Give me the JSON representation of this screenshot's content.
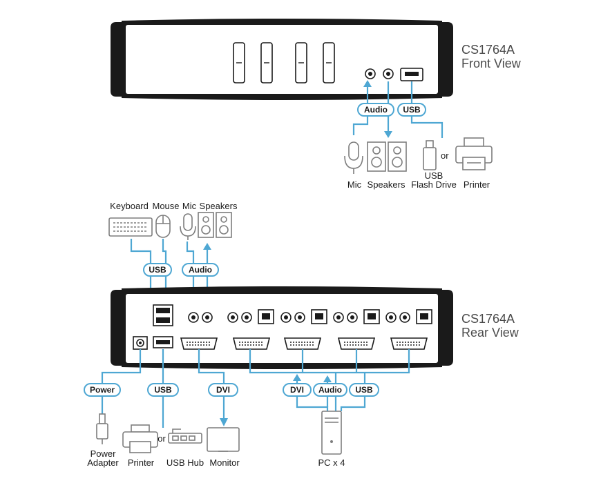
{
  "front": {
    "model": "CS1764A",
    "view": "Front View",
    "pill_audio": "Audio",
    "pill_usb": "USB",
    "label_mic": "Mic",
    "label_speakers": "Speakers",
    "label_usb_line1": "USB",
    "label_usb_line2": "Flash Drive",
    "label_or": "or",
    "label_printer": "Printer"
  },
  "rear": {
    "model": "CS1764A",
    "view": "Rear View",
    "label_keyboard": "Keyboard",
    "label_mouse": "Mouse",
    "label_mic": "Mic",
    "label_speakers": "Speakers",
    "pill_usb_top": "USB",
    "pill_audio_top": "Audio",
    "pill_power": "Power",
    "pill_usb_bottom": "USB",
    "pill_dvi_bottom": "DVI",
    "pill_dvi_pc": "DVI",
    "pill_audio_pc": "Audio",
    "pill_usb_pc": "USB",
    "label_power_line1": "Power",
    "label_power_line2": "Adapter",
    "label_printer": "Printer",
    "label_or": "or",
    "label_usb_hub": "USB Hub",
    "label_monitor": "Monitor",
    "label_pc": "PC x 4"
  },
  "colors": {
    "accent": "#4ea7d3",
    "device_body": "#1a1a1a",
    "icon_gray": "#7d7d7d"
  }
}
